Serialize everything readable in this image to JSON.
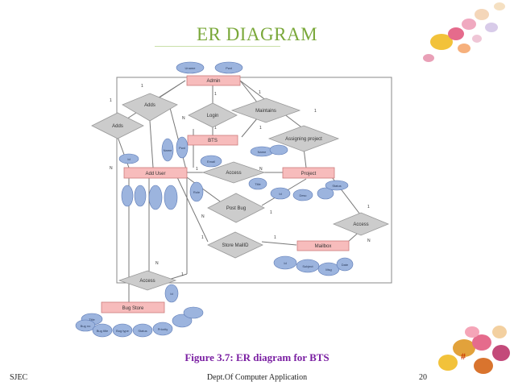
{
  "slide": {
    "title": "ER DIAGRAM",
    "caption": "Figure 3.7: ER diagram for BTS",
    "footer_left": "SJEC",
    "footer_center": "Dept.Of Computer Application",
    "page_number": "20",
    "corner_mark": "#"
  },
  "diagram": {
    "entities": [
      "Admin",
      "BTS",
      "Add User",
      "Project",
      "Mailbox",
      "Bug Store"
    ],
    "relationships": [
      "Adds",
      "Adds",
      "Login",
      "Maintains",
      "Assigning project",
      "Access",
      "Post Bug",
      "Store MailID",
      "Access",
      "Access"
    ],
    "attributes": [
      "Uname",
      "Pwd",
      "Id",
      "Name",
      "Pwd",
      "Email",
      "Role",
      "Name",
      "Status",
      "Title",
      "Id",
      "Desc",
      "Id",
      "Subject",
      "Msg",
      "Date",
      "Id",
      "Title",
      "Bug no",
      "Bug title",
      "Bug type",
      "Status",
      "Priority"
    ]
  },
  "colors": {
    "title": "#7aa83a",
    "caption": "#7a1fa2",
    "entity_fill": "#f7bcbc",
    "entity_stroke": "#cc7a7a",
    "relationship_fill": "#cccccc",
    "attribute_fill": "#9cb4de"
  }
}
